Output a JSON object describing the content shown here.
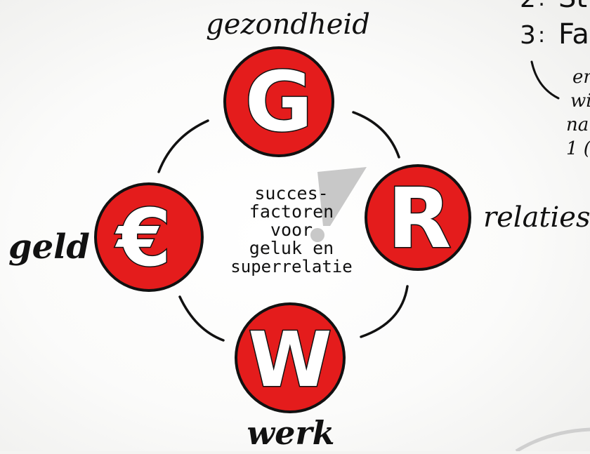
{
  "diagram": {
    "center_lines": [
      "succes-",
      "factoren",
      "voor",
      "geluk en",
      "superrelatie"
    ],
    "nodes": {
      "top": {
        "letter": "G",
        "label": "gezondheid"
      },
      "right": {
        "letter": "R",
        "label": "relaties"
      },
      "bottom": {
        "letter": "W",
        "label": "werk"
      },
      "left": {
        "letter": "€",
        "label": "geld"
      }
    },
    "node_color": "#e41c1c",
    "ink_color": "#111111",
    "exclamation_color": "#c8c8c8"
  },
  "corner_notes": {
    "list": [
      {
        "number": "2",
        "text": "St"
      },
      {
        "number": "3",
        "text": "Fa"
      }
    ],
    "side_text": [
      "en",
      "wi",
      "na",
      "1 ("
    ]
  }
}
